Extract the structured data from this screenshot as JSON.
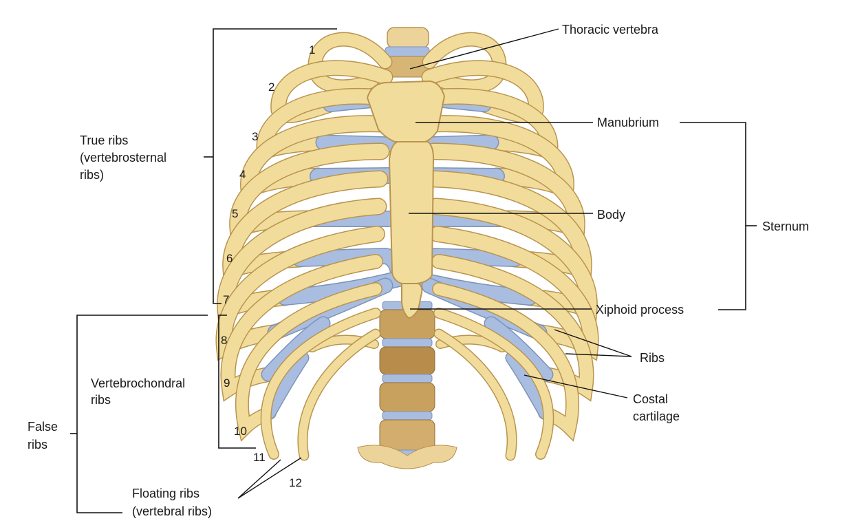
{
  "labels": {
    "thoracic_vertebra": "Thoracic vertebra",
    "manubrium": "Manubrium",
    "body": "Body",
    "sternum": "Sternum",
    "xiphoid": "Xiphoid process",
    "ribs": "Ribs",
    "costal_cartilage_line1": "Costal",
    "costal_cartilage_line2": "cartilage",
    "true_ribs_line1": "True ribs",
    "true_ribs_line2": "(vertebrosternal",
    "true_ribs_line3": "ribs)",
    "vertebrochondral_line1": "Vertebrochondral",
    "vertebrochondral_line2": "ribs",
    "false_ribs_line1": "False",
    "false_ribs_line2": "ribs",
    "floating_line1": "Floating ribs",
    "floating_line2": "(vertebral ribs)"
  },
  "rib_numbers": [
    "1",
    "2",
    "3",
    "4",
    "5",
    "6",
    "7",
    "8",
    "9",
    "10",
    "11",
    "12"
  ],
  "colors": {
    "bone": "#f2dc9c",
    "bone_edge": "#b8944e",
    "cartilage": "#a9bde0",
    "vertebra": "#c9a15e",
    "disc": "#a9bde0"
  }
}
